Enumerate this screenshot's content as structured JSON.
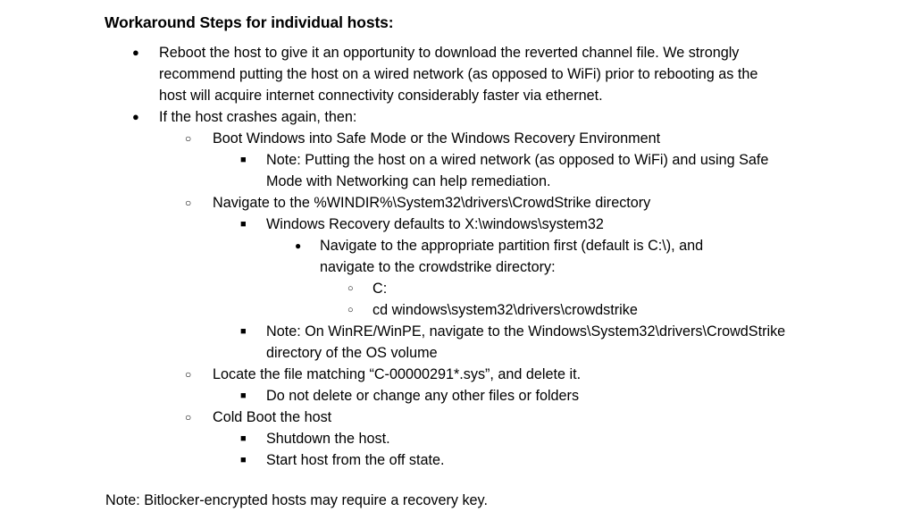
{
  "document": {
    "title": "Workaround Steps for individual hosts:",
    "footnote": "Note: Bitlocker-encrypted hosts may require a recovery key."
  },
  "markers": {
    "level1": "filled-disc",
    "level2": "hollow-circle",
    "level3": "filled-square",
    "level4": "filled-disc",
    "level5": "hollow-circle"
  },
  "outline": [
    {
      "level": 1,
      "marker": "disc",
      "text": "Reboot the host to give it an opportunity to download the reverted channel file. We strongly recommend putting the host on a wired network (as opposed to WiFi) prior to rebooting as the host will acquire internet connectivity considerably faster via ethernet."
    },
    {
      "level": 1,
      "marker": "disc",
      "text": "If the host crashes again, then:"
    },
    {
      "level": 2,
      "marker": "circle",
      "text": "Boot Windows into Safe Mode or the Windows Recovery Environment"
    },
    {
      "level": 3,
      "marker": "square",
      "text": "Note: Putting the host on a wired network (as opposed to WiFi) and using Safe Mode with Networking can help remediation."
    },
    {
      "level": 2,
      "marker": "circle",
      "text": "Navigate to the %WINDIR%\\System32\\drivers\\CrowdStrike directory"
    },
    {
      "level": 3,
      "marker": "square",
      "text": "Windows Recovery defaults to X:\\windows\\system32"
    },
    {
      "level": 4,
      "marker": "disc",
      "text": "Navigate to the appropriate partition first (default is C:\\), and navigate to the crowdstrike directory:"
    },
    {
      "level": 5,
      "marker": "circle",
      "text": "C:"
    },
    {
      "level": 5,
      "marker": "circle",
      "text": "cd windows\\system32\\drivers\\crowdstrike"
    },
    {
      "level": 3,
      "marker": "square",
      "text": "Note: On WinRE/WinPE, navigate to the Windows\\System32\\drivers\\CrowdStrike directory of the OS volume"
    },
    {
      "level": 2,
      "marker": "circle",
      "text": "Locate the file matching “C-00000291*.sys”, and delete it."
    },
    {
      "level": 3,
      "marker": "square",
      "text": "Do not delete or change any other files or folders"
    },
    {
      "level": 2,
      "marker": "circle",
      "text": "Cold Boot the host"
    },
    {
      "level": 3,
      "marker": "square",
      "text": "Shutdown the host."
    },
    {
      "level": 3,
      "marker": "square",
      "text": "Start host from the off state."
    }
  ]
}
